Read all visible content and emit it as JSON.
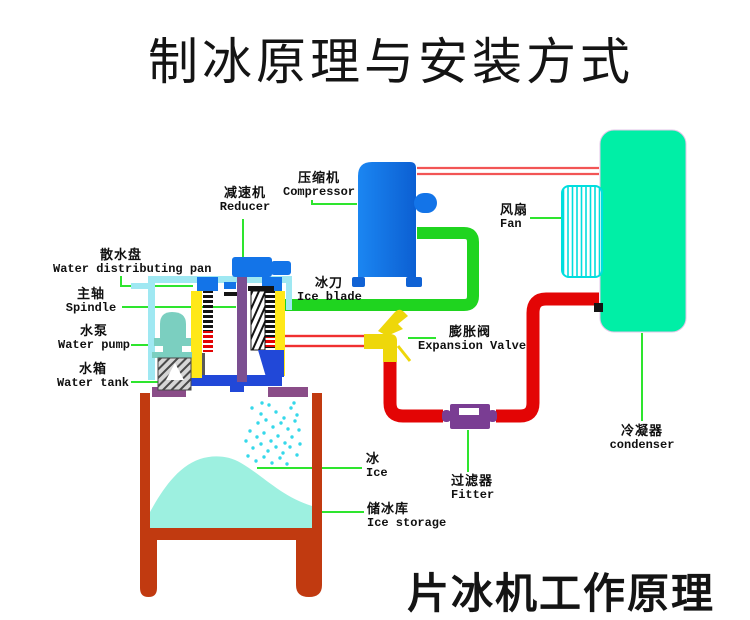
{
  "title": "制冰原理与安装方式",
  "footer_title": "片冰机工作原理",
  "labels": {
    "reducer": {
      "cjk": "减速机",
      "en": "Reducer"
    },
    "compressor": {
      "cjk": "压缩机",
      "en": "Compressor"
    },
    "fan": {
      "cjk": "风扇",
      "en": "Fan"
    },
    "water_distributing_pan": {
      "cjk": "散水盘",
      "en": "Water distributing pan"
    },
    "spindle": {
      "cjk": "主轴",
      "en": "Spindle"
    },
    "water_pump": {
      "cjk": "水泵",
      "en": "Water pump"
    },
    "water_tank": {
      "cjk": "水箱",
      "en": "Water tank"
    },
    "ice_blade": {
      "cjk": "冰刀",
      "en": "Ice blade"
    },
    "expansion_valve": {
      "cjk": "膨胀阀",
      "en": "Expansion Valve"
    },
    "fitter": {
      "cjk": "过滤器",
      "en": "Fitter"
    },
    "condenser": {
      "cjk": "冷凝器",
      "en": "condenser"
    },
    "ice": {
      "cjk": "冰",
      "en": "Ice"
    },
    "ice_storage": {
      "cjk": "储冰库",
      "en": "Ice storage"
    }
  },
  "colors": {
    "leader_green": "#2ee52e",
    "suction_pipe_green": "#1fd41f",
    "liquid_pipe_red": "#e30505",
    "discharge_line_red": "#f25555",
    "compressor_blue": "#1374e8",
    "frame_blue": "#2148d8",
    "casing_cyan": "#9fe8f2",
    "fan_cyan": "#00dede",
    "condenser_green": "#00efa6",
    "yellow": "#ffe818",
    "valve_yellow": "#eed70a",
    "shaft_purple": "#7b4f91",
    "filter_purple": "#7a3d93",
    "pad_purple": "#8a4d88",
    "pump_teal": "#7bcfc0",
    "bin_brick": "#c13a10",
    "ice_fill": "#9df0e0",
    "ice_dot_cyan": "#35d8ea"
  }
}
